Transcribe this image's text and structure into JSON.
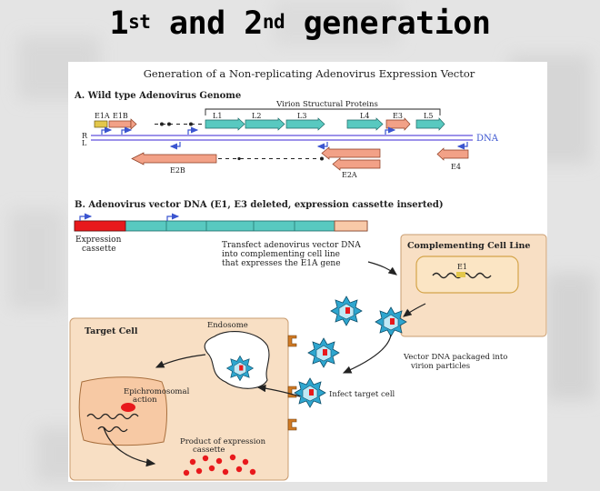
{
  "slide": {
    "title_part1": "1",
    "title_sup1": "st",
    "title_part2": " and 2",
    "title_sup2": "nd",
    "title_part3": " generation"
  },
  "figure": {
    "heading": "Generation of a Non-replicating Adenovirus  Expression Vector",
    "section_a": {
      "label": "A. Wild type Adenovirus Genome",
      "bracket_label": "Virion Structural Proteins",
      "early_labels": [
        "E1A",
        "E1B"
      ],
      "late_labels": [
        "L1",
        "L2",
        "L3",
        "L4",
        "E3",
        "L5"
      ],
      "strand_r": "R",
      "strand_l": "L",
      "dna_label": "DNA",
      "lower_labels": [
        "E2B",
        "E2A",
        "E4"
      ]
    },
    "section_b": {
      "label": "B. Adenovirus vector DNA (E1, E3 deleted, expression cassette inserted)",
      "cassette_label_line1": "Expression",
      "cassette_label_line2": "cassette",
      "transfect_line1": "Transfect adenovirus vector DNA",
      "transfect_line2": "into complementing cell line",
      "transfect_line3": "that expresses the E1A gene"
    },
    "complementing": {
      "title": "Complementing Cell Line",
      "gene_label": "E1"
    },
    "target": {
      "title": "Target Cell",
      "endosome": "Endosome",
      "epichromosomal_line1": "Epichromosomal",
      "epichromosomal_line2": "action",
      "product_line1": "Product of expression",
      "product_line2": "cassette"
    },
    "packaged_line1": "Vector DNA packaged into",
    "packaged_line2": "virion particles",
    "infect_label": "Infect target cell"
  },
  "colors": {
    "background": "#e4e4e4",
    "panel": "#ffffff",
    "cell_fill": "#f8dfc4",
    "cell_border": "#c99c70",
    "dna_line": "#7b6fe3",
    "gene_teal": "#58c9c0",
    "gene_salmon": "#f2a187",
    "gene_yellow": "#e3c74b",
    "cassette_red": "#e8191c",
    "virion_cyan": "#2ea6cf",
    "receptor": "#d07a24"
  }
}
